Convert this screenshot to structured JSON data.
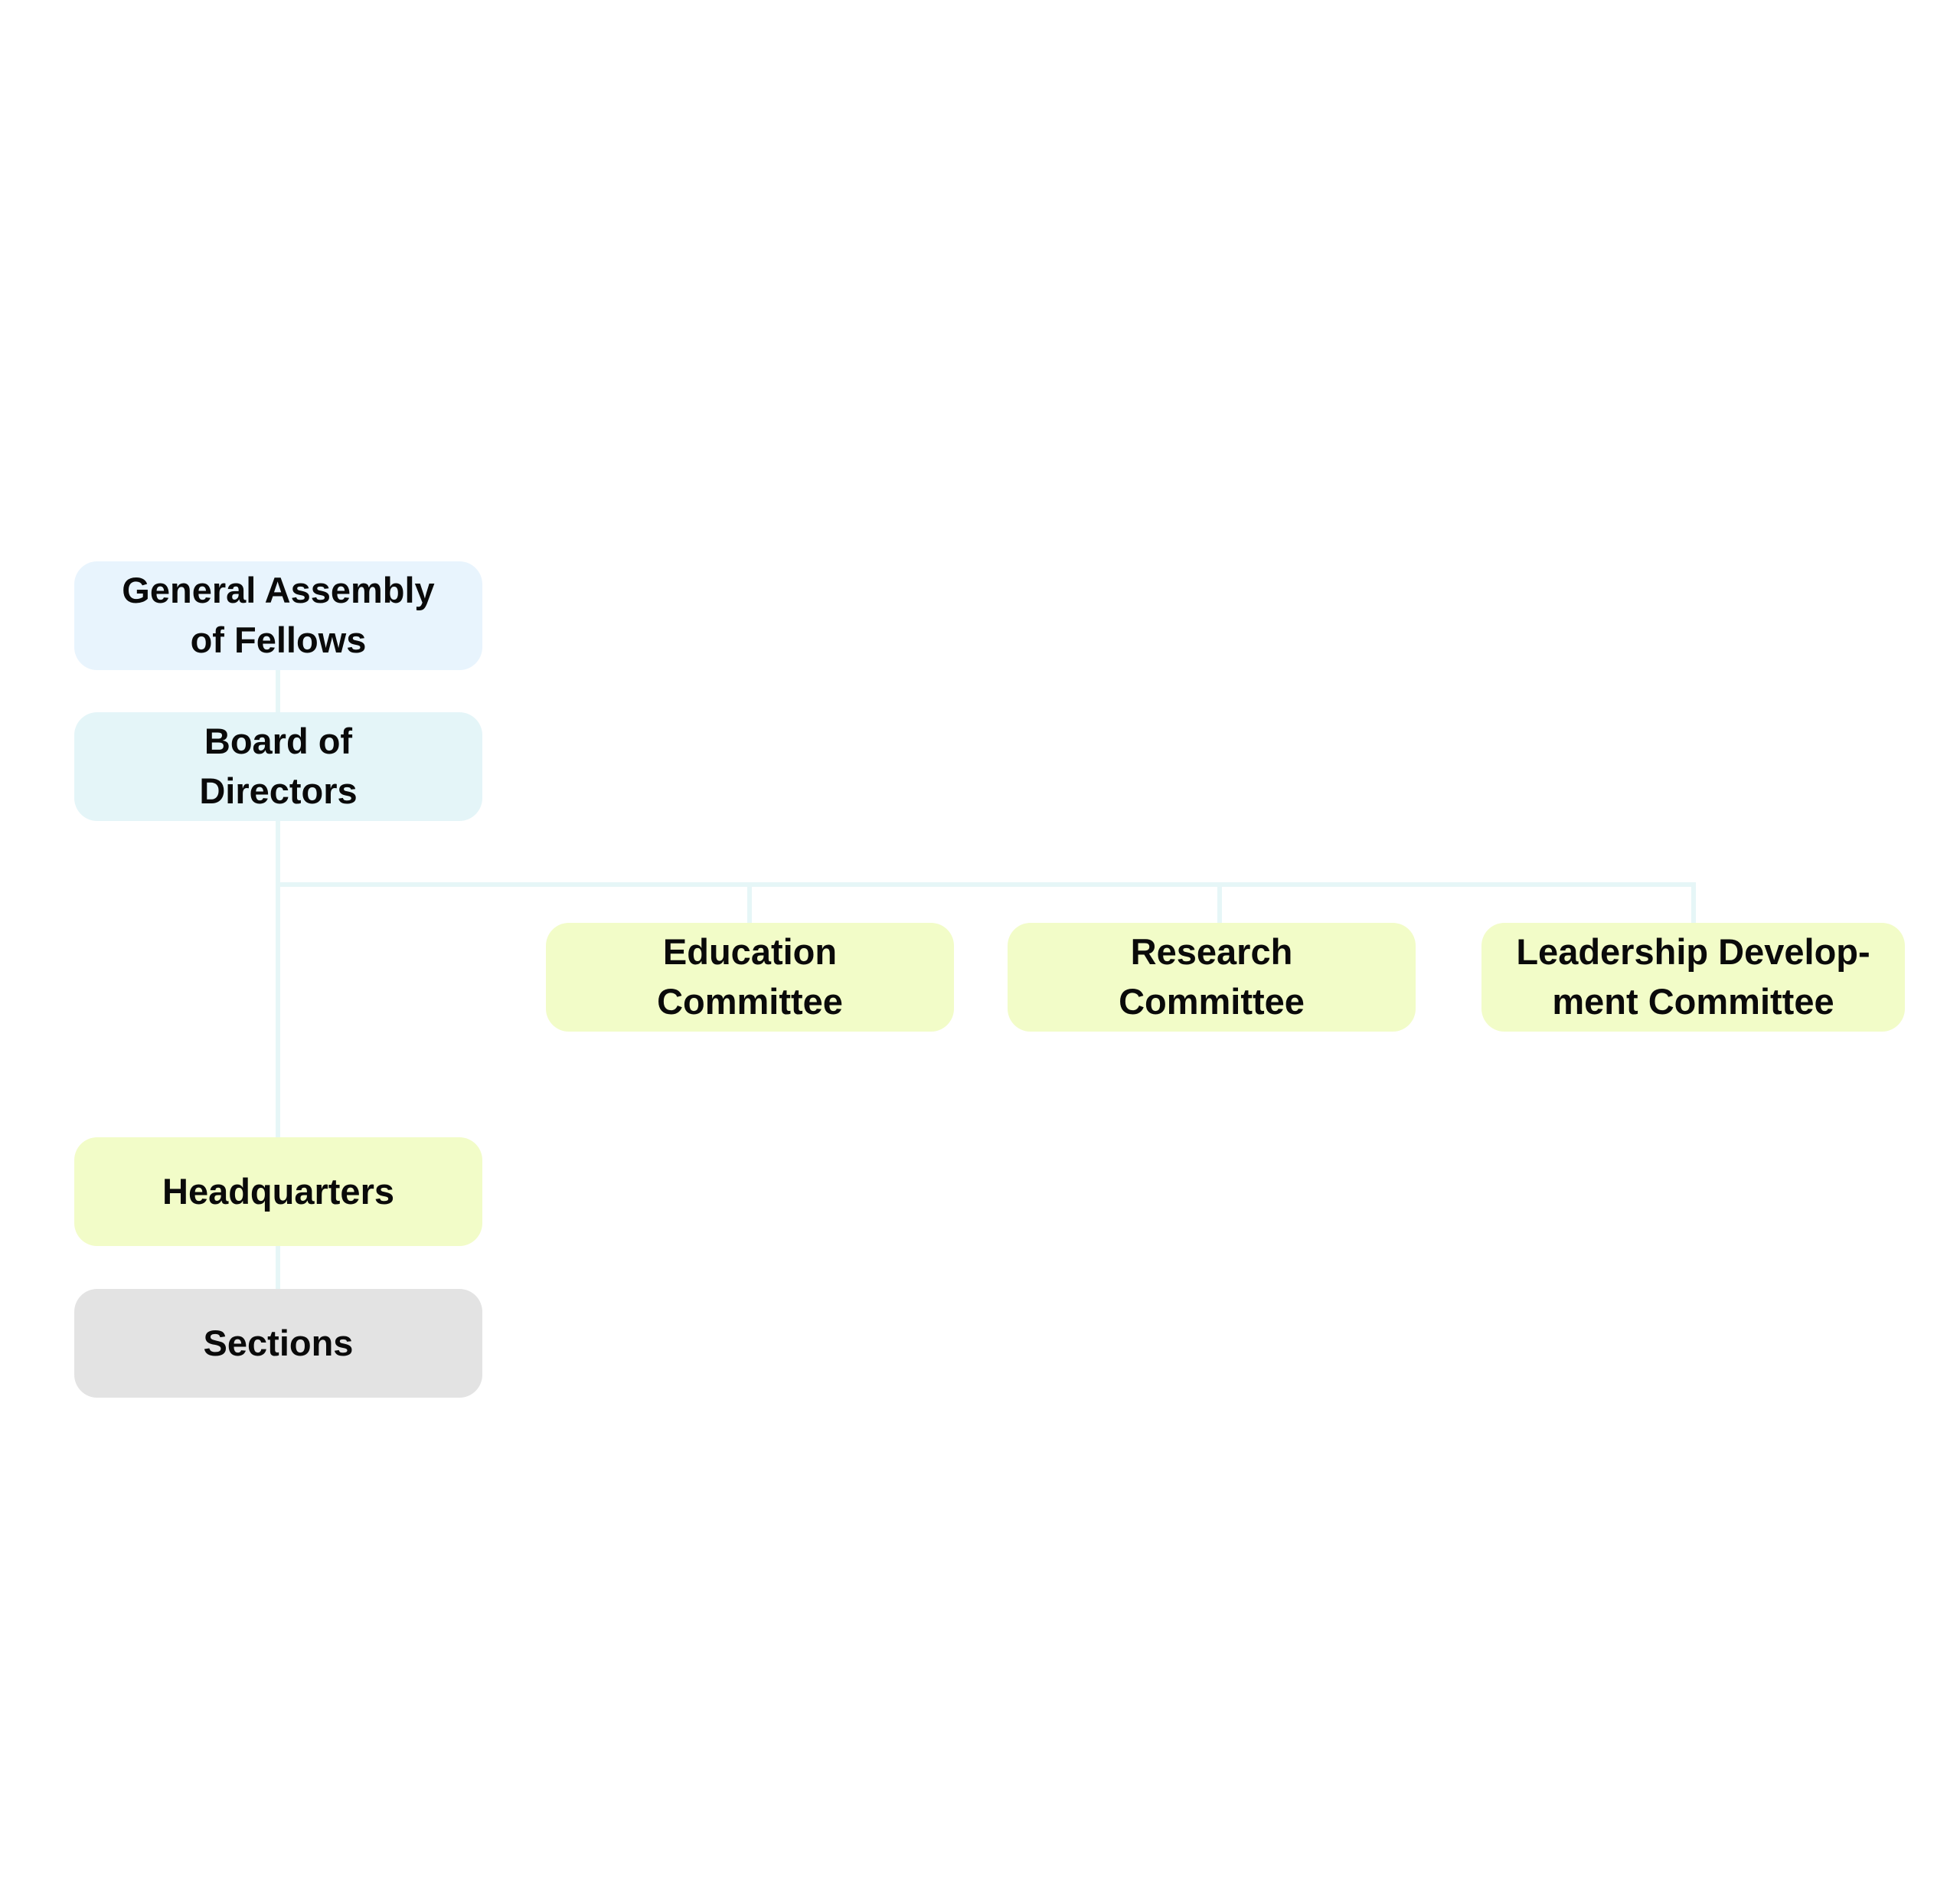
{
  "nodes": {
    "general_assembly": "General Assembly\nof Fellows",
    "board": "Board of\nDirectors",
    "education": "Education\nCommittee",
    "research": "Research\nCommittee",
    "leadership": "Leadership Develop-\nment Committee",
    "headquarters": "Headquarters",
    "sections": "Sections"
  },
  "colors": {
    "top_fill": "#e8f4fd",
    "board_fill": "#e4f5f8",
    "committee_fill": "#f2fcc8",
    "sections_fill": "#e3e3e3",
    "connector": "#e6f6f7"
  }
}
